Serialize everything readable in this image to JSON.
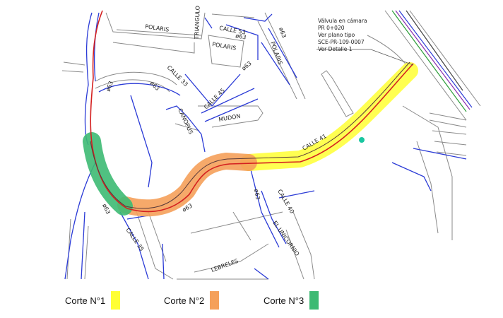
{
  "streets": {
    "polaris_top": "POLARIS",
    "triangulo": "TRIANGULO",
    "calle_53": "CALLE 53",
    "polaris_mid": "POLARIS",
    "polaris_side": "POLARIS",
    "calle_33": "CALLE 33",
    "calle_45": "CALLE 45",
    "canopus": "CANOPUS",
    "mudon": "MUDON",
    "calle_41": "CALLE 41",
    "calle_40": "CALLE 40",
    "el_unicornio": "EL UNICORNIO",
    "calle_35": "CALLE 35",
    "lebreles": "LEBRELES"
  },
  "pipe_labels": {
    "d63_a": "ø63",
    "d63_b": "ø63",
    "d63_c": "ø63",
    "d63_d": "ø63",
    "d63_e": "ø63",
    "d63_f": "ø63",
    "d63_g": "ø63",
    "d63_h": "ø63"
  },
  "annotation": {
    "line1": "Válvula en cámara",
    "line2": "PR 0+020",
    "line3": "Ver plano tipo",
    "line4": "SCE-PR-109-0007",
    "line5": "Ver Detalle 1"
  },
  "legend": [
    {
      "label": "Corte N°1",
      "color": "#ffff33"
    },
    {
      "label": "Corte N°2",
      "color": "#f5a05a"
    },
    {
      "label": "Corte N°3",
      "color": "#3dba73"
    }
  ],
  "colors": {
    "street_line": "#2b3bd6",
    "road_outline": "#8a8a8a",
    "pipe": "#d42020",
    "pipe_inner": "#5a3a3a",
    "rail_green": "#2e9e3b",
    "rail_purple": "#8a2bb0"
  }
}
